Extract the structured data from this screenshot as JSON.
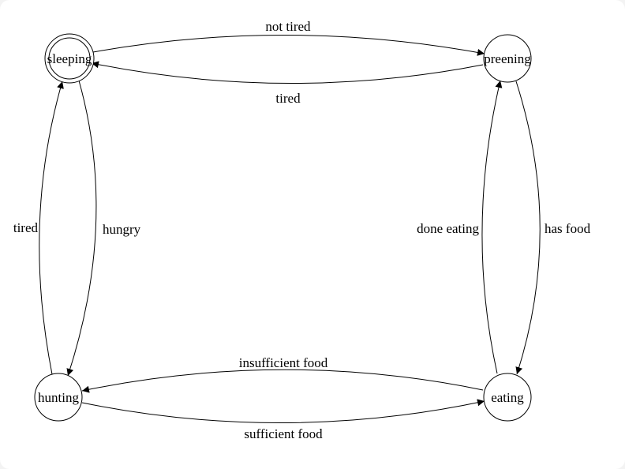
{
  "diagram": {
    "type": "state-machine",
    "accent_color": "#000000",
    "background_color": "#ffffff",
    "states": [
      {
        "id": "sleeping",
        "label": "sleeping",
        "accepting": true
      },
      {
        "id": "preening",
        "label": "preening",
        "accepting": false
      },
      {
        "id": "hunting",
        "label": "hunting",
        "accepting": false
      },
      {
        "id": "eating",
        "label": "eating",
        "accepting": false
      }
    ],
    "transitions": [
      {
        "from": "sleeping",
        "to": "preening",
        "label": "not tired"
      },
      {
        "from": "preening",
        "to": "sleeping",
        "label": "tired"
      },
      {
        "from": "hunting",
        "to": "sleeping",
        "label": "tired"
      },
      {
        "from": "sleeping",
        "to": "hunting",
        "label": "hungry"
      },
      {
        "from": "eating",
        "to": "preening",
        "label": "done eating"
      },
      {
        "from": "preening",
        "to": "eating",
        "label": "has food"
      },
      {
        "from": "eating",
        "to": "hunting",
        "label": "insufficient food"
      },
      {
        "from": "hunting",
        "to": "eating",
        "label": "sufficient food"
      }
    ]
  }
}
